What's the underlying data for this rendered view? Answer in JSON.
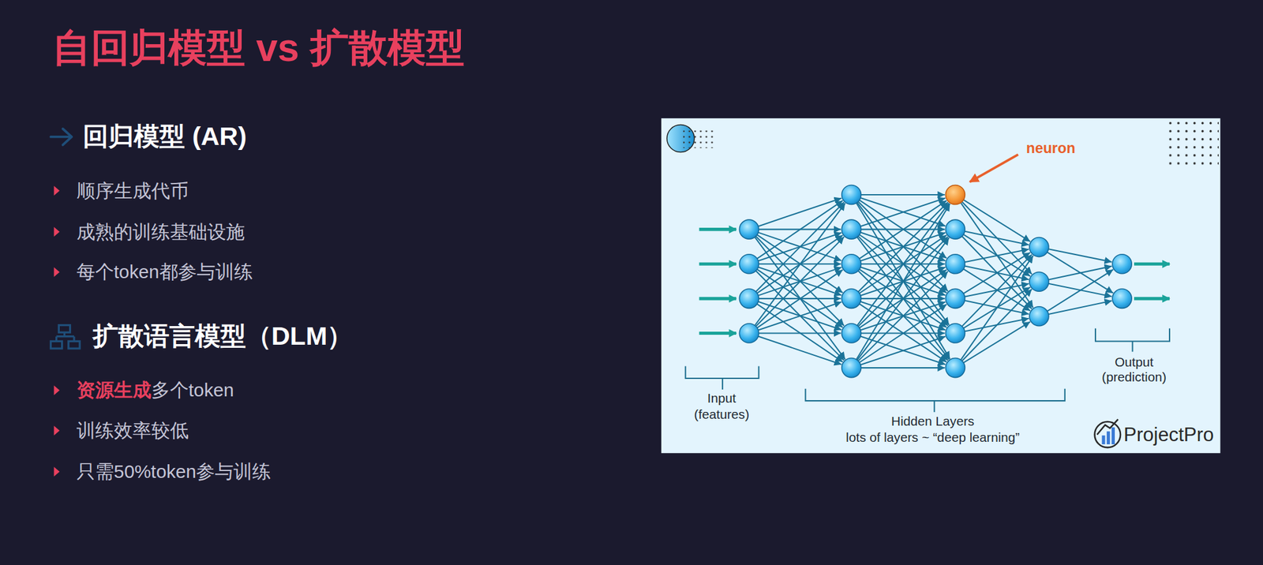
{
  "diagram": {
    "title": "自回归模型 vs 扩散模型",
    "labels": [
      "回归模型 (AR)",
      "顺序生成代币",
      "成熟的训练基础设施",
      "每个token都参与训练",
      "扩散语言模型（DLM）",
      "资源生成",
      "多个token",
      "训练效率较低",
      "只需50%token参与训练",
      "neuron",
      "Input",
      "(features)",
      "Hidden Layers",
      "lots of layers ~ “deep learning”",
      "Output",
      "(prediction)",
      "ProjectPro"
    ]
  }
}
